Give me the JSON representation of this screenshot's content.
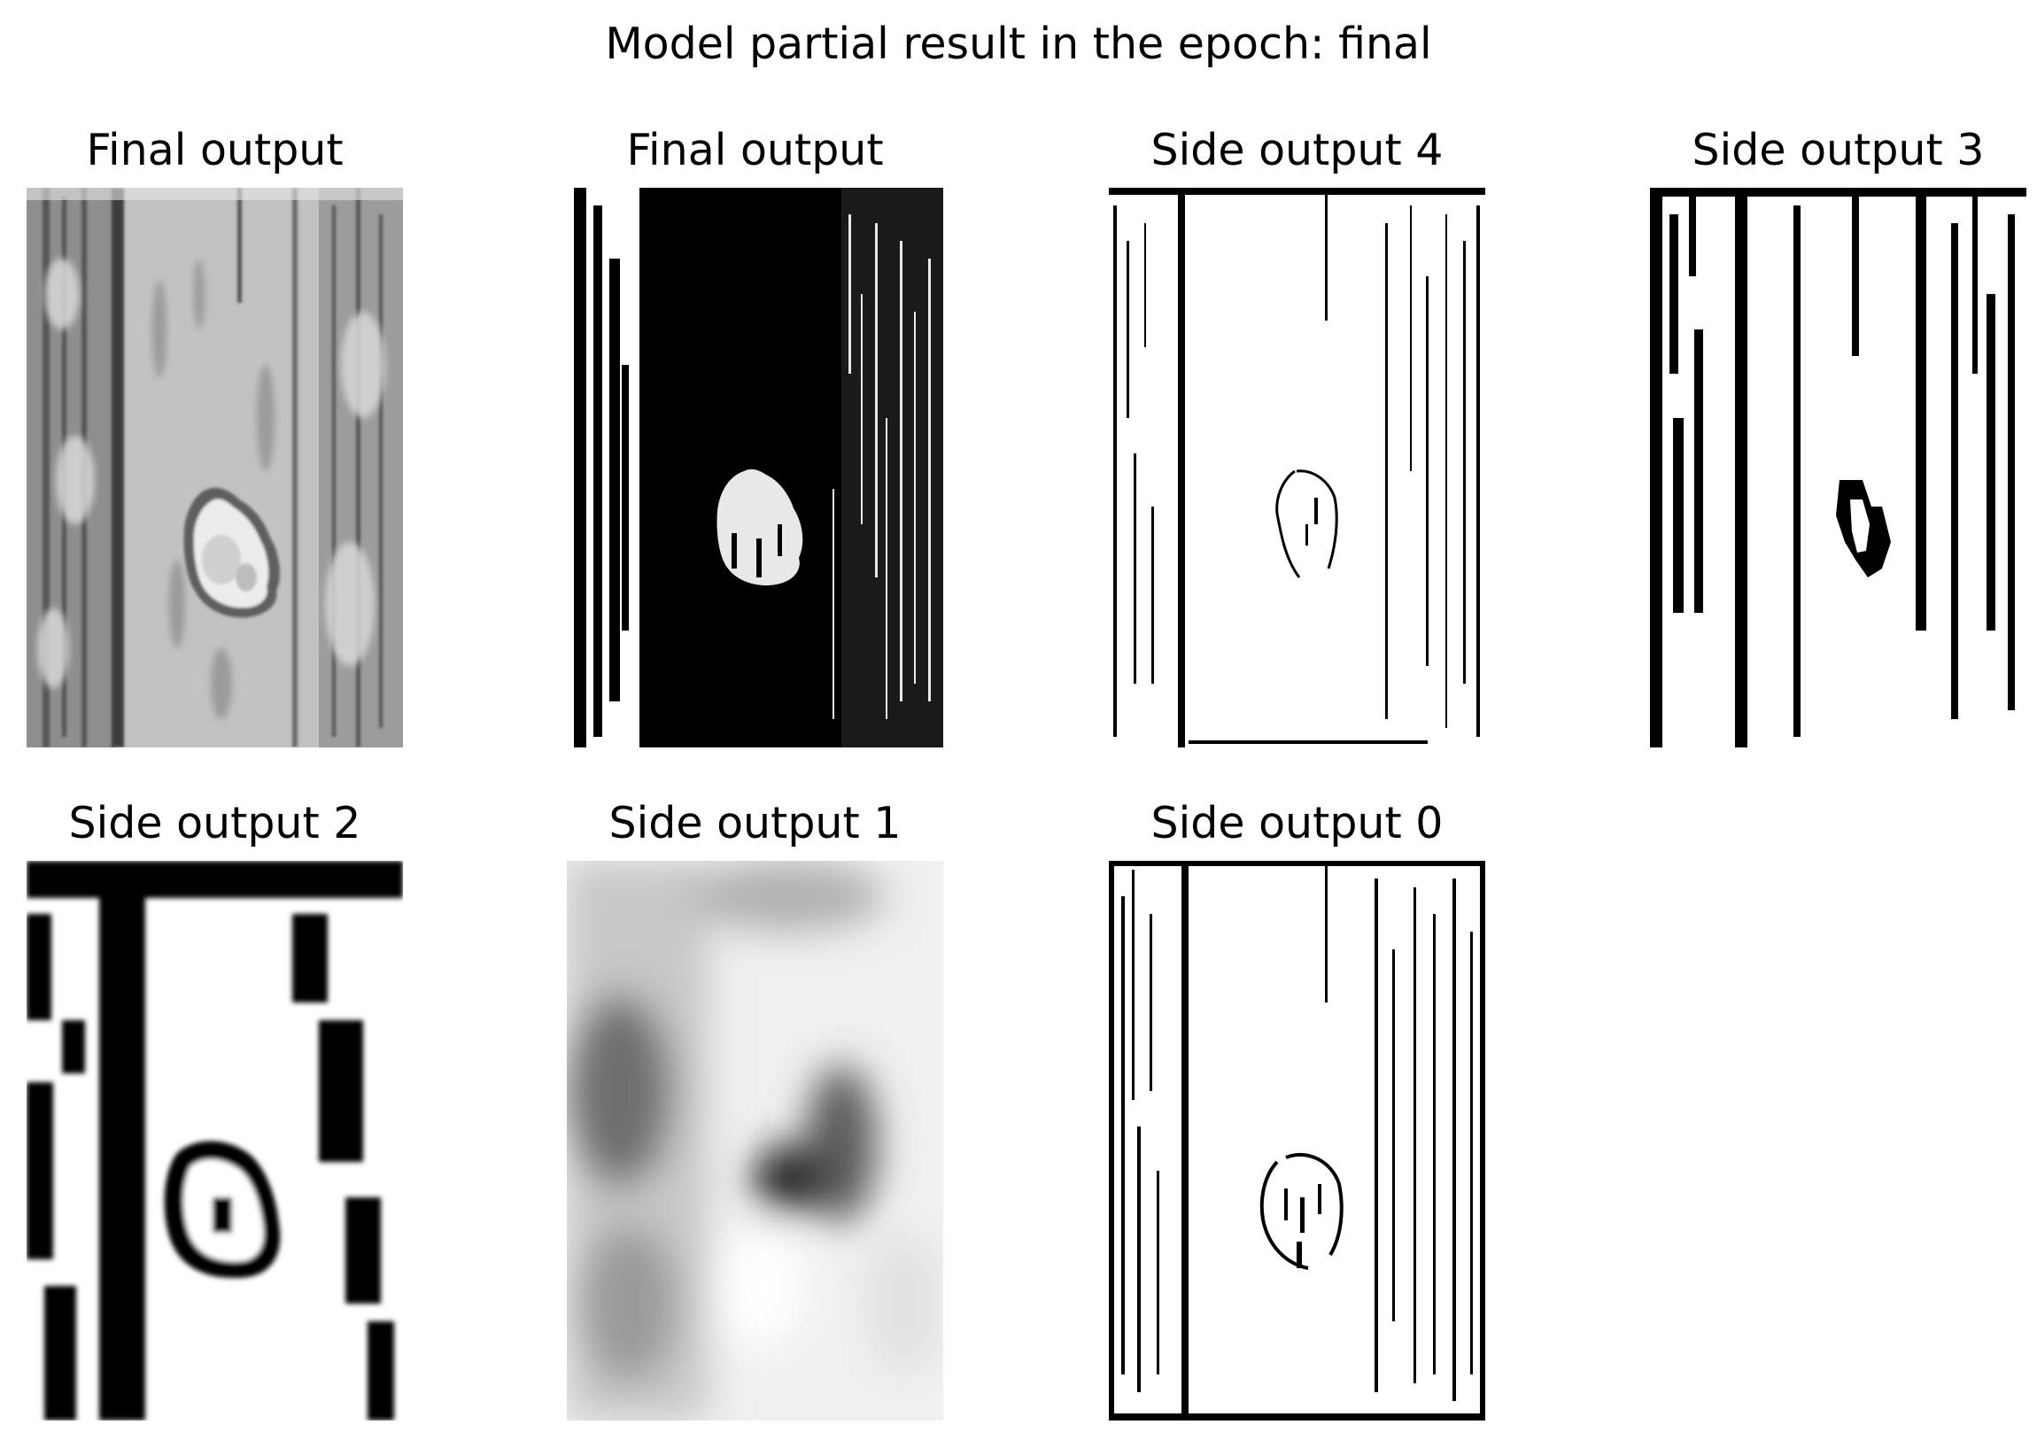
{
  "figure": {
    "title": "Model partial result in the epoch: final"
  },
  "panels": [
    {
      "id": "p1",
      "title": "Final output",
      "image": "grayscale-input-wood-plank-bear"
    },
    {
      "id": "p2",
      "title": "Final output",
      "image": "binary-threshold-wood-plank-bear"
    },
    {
      "id": "p3",
      "title": "Side output 4",
      "image": "binary-edge-map-fine"
    },
    {
      "id": "p4",
      "title": "Side output 3",
      "image": "binary-edge-map-medium"
    },
    {
      "id": "p5",
      "title": "Side output 2",
      "image": "binary-edge-map-coarse"
    },
    {
      "id": "p6",
      "title": "Side output 1",
      "image": "blurred-grayscale-map"
    },
    {
      "id": "p7",
      "title": "Side output 0",
      "image": "binary-edge-map-detailed"
    }
  ]
}
